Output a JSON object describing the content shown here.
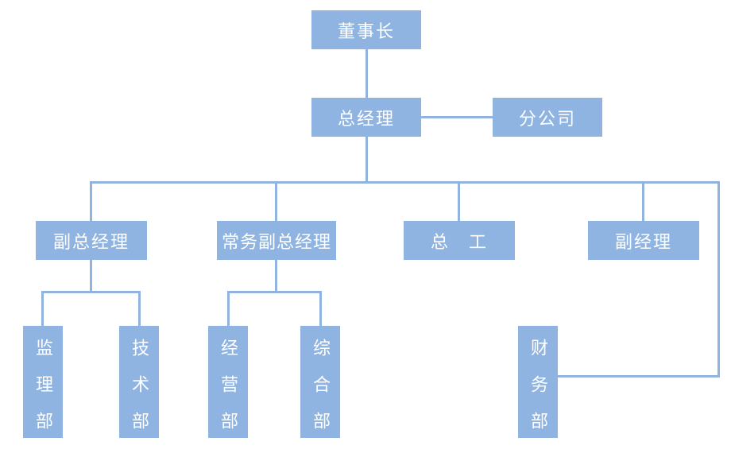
{
  "org_chart": {
    "type": "org-tree",
    "colors": {
      "node_fill": "#8FB4E2",
      "connector": "#90B3E0",
      "text": "#FFFFFF",
      "background": "#FFFFFF"
    },
    "nodes": {
      "chairman": {
        "label": "董事长",
        "level": 1
      },
      "general_manager": {
        "label": "总经理",
        "level": 2
      },
      "branch_company": {
        "label": "分公司",
        "level": 2
      },
      "deputy_general_manager": {
        "label": "副总经理",
        "level": 3
      },
      "executive_deputy_general_manager": {
        "label": "常务副总经理",
        "level": 3
      },
      "chief_engineer": {
        "label": "总　工",
        "level": 3
      },
      "deputy_manager": {
        "label": "副经理",
        "level": 3
      },
      "supervision_dept": {
        "label": "监理部",
        "level": 4
      },
      "technology_dept": {
        "label": "技术部",
        "level": 4
      },
      "operations_dept": {
        "label": "经营部",
        "level": 4
      },
      "general_affairs_dept": {
        "label": "综合部",
        "level": 4
      },
      "finance_dept": {
        "label": "财务部",
        "level": 4
      }
    },
    "edges": [
      "chairman -> general_manager",
      "general_manager -- branch_company",
      "general_manager -> deputy_general_manager",
      "general_manager -> executive_deputy_general_manager",
      "general_manager -> chief_engineer",
      "general_manager -> deputy_manager",
      "general_manager -> finance_dept",
      "deputy_general_manager -> supervision_dept",
      "deputy_general_manager -> technology_dept",
      "executive_deputy_general_manager -> operations_dept",
      "executive_deputy_general_manager -> general_affairs_dept"
    ]
  }
}
